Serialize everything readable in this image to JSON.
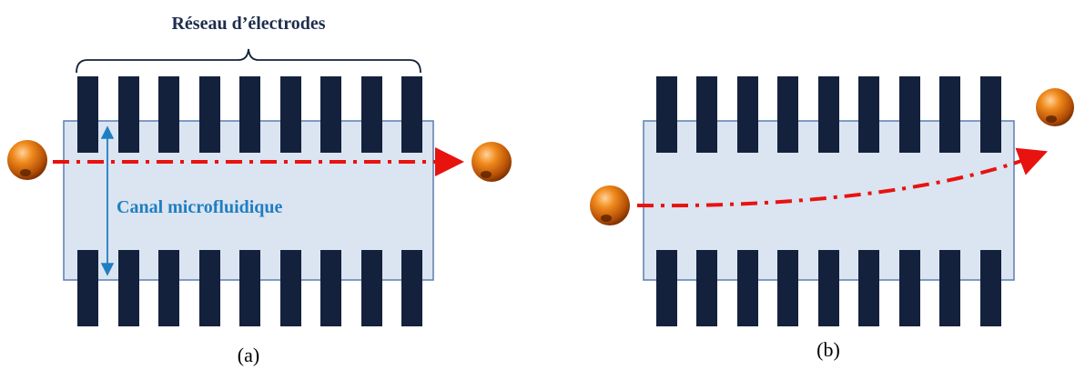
{
  "panel_a": {
    "title": "Réseau d’électrodes",
    "channel_label": "Canal microfluidique",
    "caption": "(a)"
  },
  "panel_b": {
    "caption": "(b)"
  },
  "colors": {
    "electrode": "#14213d",
    "channel_fill": "#dbe4f1",
    "channel_stroke": "#5b7fb0",
    "trajectory": "#e8120f",
    "dimension_arrow": "#1f7ec1",
    "particle": "#e07b10"
  }
}
